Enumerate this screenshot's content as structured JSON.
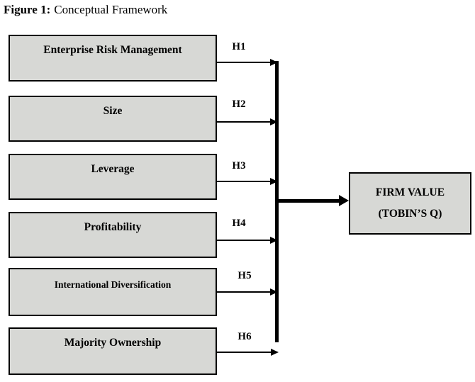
{
  "title": {
    "label_bold": "Figure 1:",
    "label_rest": "Conceptual Framework"
  },
  "diagram": {
    "predictors": [
      {
        "label": "Enterprise Risk Management",
        "hypothesis": "H1"
      },
      {
        "label": "Size",
        "hypothesis": "H2"
      },
      {
        "label": "Leverage",
        "hypothesis": "H3"
      },
      {
        "label": "Profitability",
        "hypothesis": "H4"
      },
      {
        "label": "International Diversification",
        "hypothesis": "H5"
      },
      {
        "label": "Majority Ownership",
        "hypothesis": "H6"
      }
    ],
    "outcome": {
      "line1": "FIRM VALUE",
      "line2": "(TOBIN’S Q)"
    },
    "colors": {
      "box_fill": "#d7d8d5",
      "box_border": "#000000",
      "arrow": "#000000"
    }
  }
}
